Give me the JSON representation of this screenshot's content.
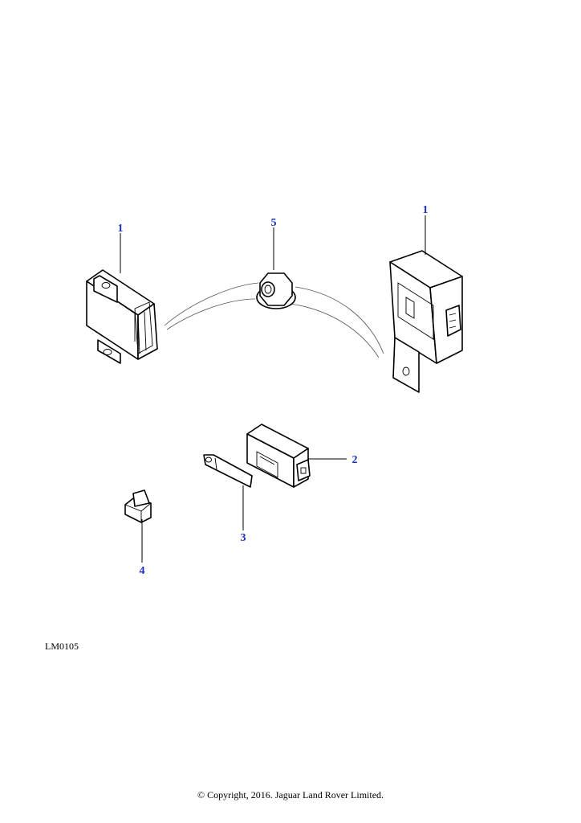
{
  "callouts": [
    {
      "label": "1"
    },
    {
      "label": "5"
    },
    {
      "label": "1"
    },
    {
      "label": "2"
    },
    {
      "label": "3"
    },
    {
      "label": "4"
    }
  ],
  "diagram_ref": "LM0105",
  "copyright": "© Copyright, 2016. Jaguar Land Rover Limited.",
  "colors": {
    "callout": "#1a2fbf",
    "line": "#000000",
    "background": "#ffffff"
  }
}
